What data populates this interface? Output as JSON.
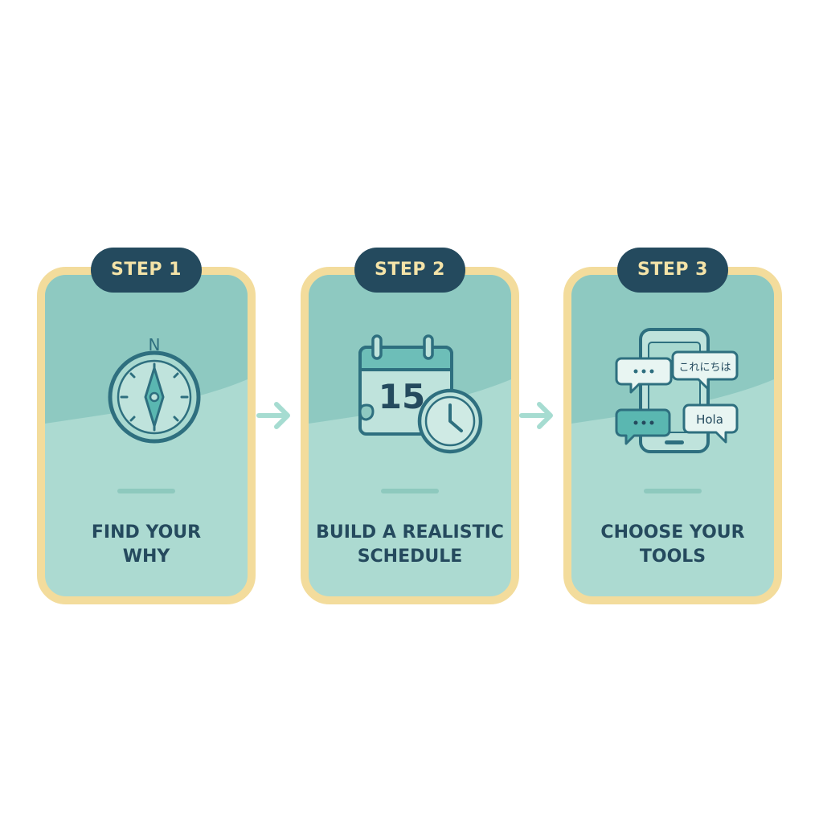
{
  "steps": [
    {
      "badge": "STEP 1",
      "title": "FIND YOUR\nWHY",
      "icon": "compass-icon",
      "compass_letter": "N"
    },
    {
      "badge": "STEP 2",
      "title": "BUILD A REALISTIC\nSCHEDULE",
      "icon": "calendar-clock-icon",
      "calendar_day": "15"
    },
    {
      "badge": "STEP 3",
      "title": "CHOOSE YOUR\nTOOLS",
      "icon": "phone-chat-icon",
      "bubble_japanese": "これにちは",
      "bubble_spanish": "Hola"
    }
  ],
  "colors": {
    "card_border": "#f3dc9c",
    "card_top": "#8ec9c1",
    "card_bottom": "#acdad1",
    "badge_bg": "#244a5e",
    "badge_text": "#f4e3a8",
    "ink": "#2e6f7f",
    "label": "#254a5e",
    "arrow": "#a6dcd1"
  }
}
